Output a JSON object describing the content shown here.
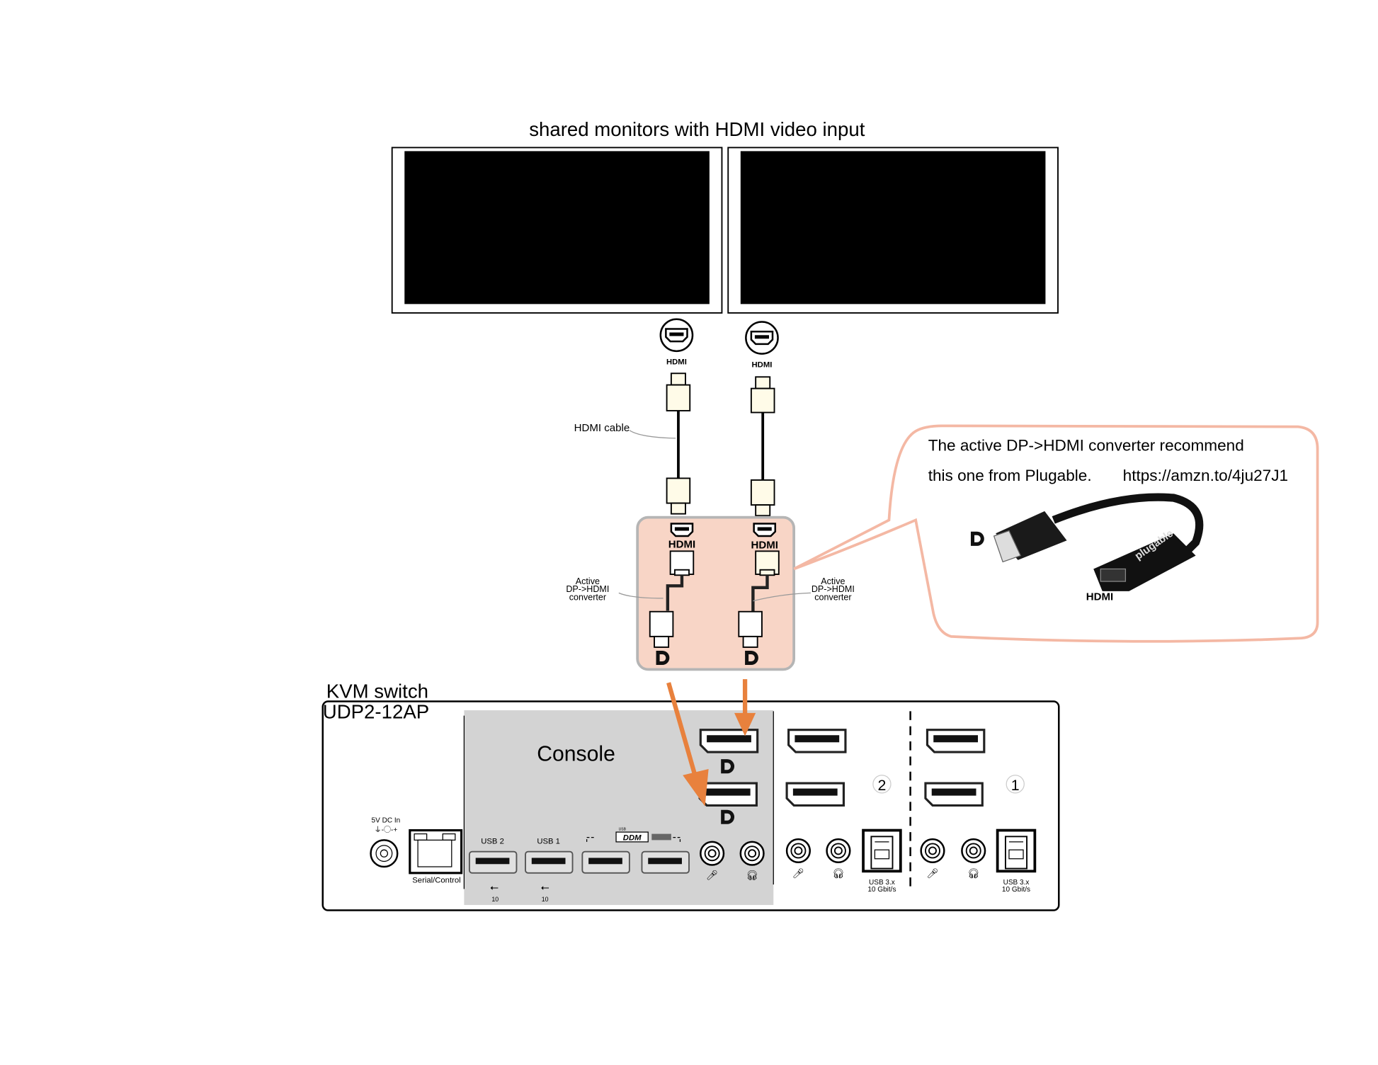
{
  "monitors": {
    "title": "shared monitors with HDMI video input",
    "hdmi_label": "HDMI"
  },
  "cable": {
    "label": "HDMI cable"
  },
  "converter": {
    "port_label": "HDMI",
    "label_line1": "Active",
    "label_line2": "DP->HDMI",
    "label_line3": "converter"
  },
  "callout": {
    "line1": "The active DP->HDMI converter recommend",
    "line2_text": "this one from Plugable.",
    "line2_link": "https://amzn.to/4ju27J1",
    "product_brand": "plugable",
    "hdmi_label": "HDMI"
  },
  "kvm": {
    "title": "KVM switch",
    "model": "UDP2-12AP",
    "console_label": "Console",
    "power_label": "5V DC In",
    "serial_label": "Serial/Control",
    "usb2_label": "USB 2",
    "usb1_label": "USB 1",
    "usb_speed": "10",
    "ddm_label": "DDM",
    "usb_small": "USB",
    "computer2": "2",
    "computer1": "1",
    "usb3_line1": "USB 3.x",
    "usb3_line2": "10 Gbit/s"
  },
  "colors": {
    "arrow": "#e8813d",
    "callout": "#f4b8a4",
    "converter_fill": "#f8d5c6",
    "console_fill": "#d3d3d3"
  }
}
